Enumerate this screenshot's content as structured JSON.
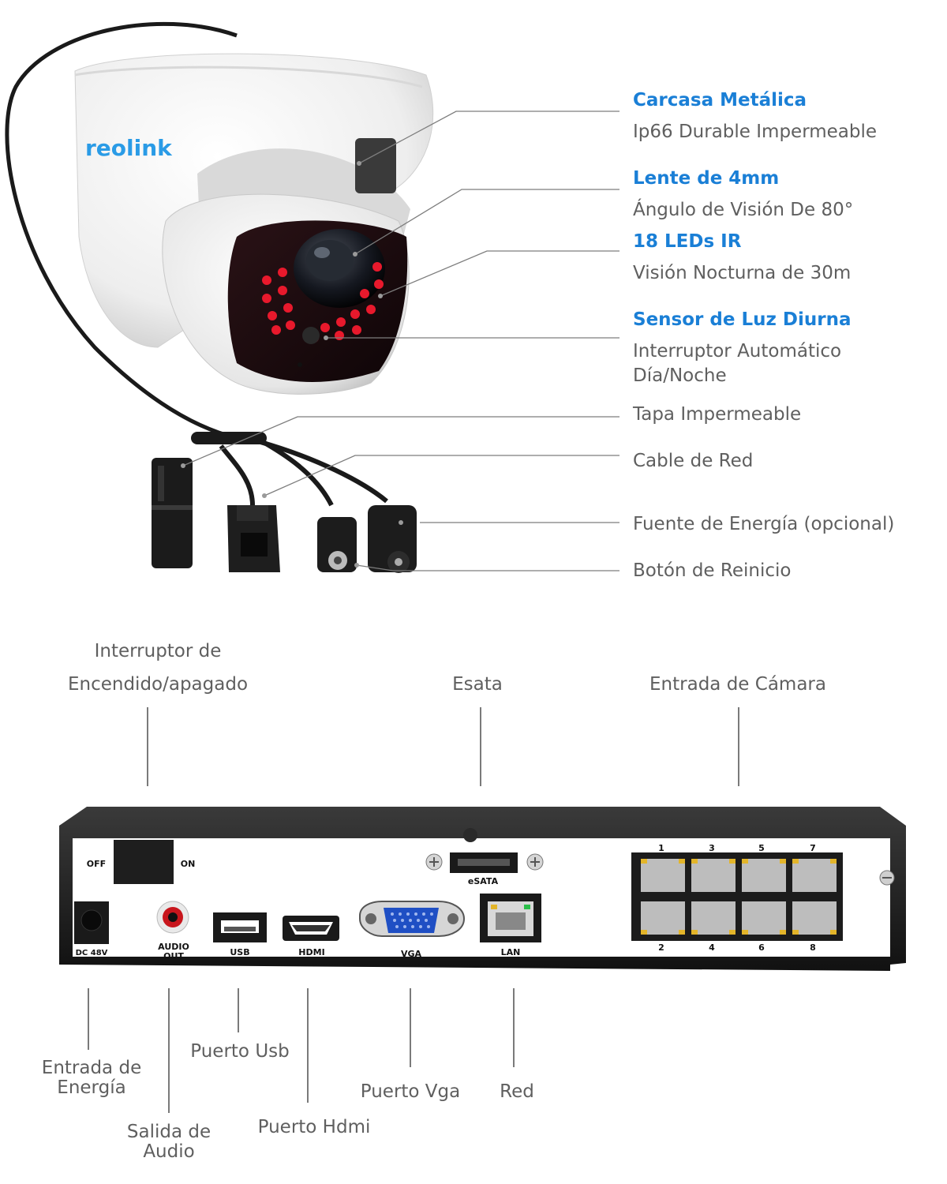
{
  "camera": {
    "brand": "reolink",
    "features": [
      {
        "title": "Carcasa Metálica",
        "desc": "Ip66 Durable Impermeable"
      },
      {
        "title": "Lente de 4mm",
        "desc": "Ángulo de Visión De 80°"
      },
      {
        "title": "18 LEDs IR",
        "desc": "Visión Nocturna de 30m"
      },
      {
        "title": "Sensor de Luz Diurna",
        "desc": "Interruptor Automático",
        "desc2": "Día/Noche"
      }
    ],
    "cable_parts": [
      "Tapa Impermeable",
      "Cable de Red",
      "Fuente de Energía (opcional)",
      "Botón de Reinicio"
    ]
  },
  "nvr": {
    "top_labels": {
      "power_switch_1": "Interruptor de",
      "power_switch_2": "Encendido/apagado",
      "esata": "Esata",
      "camera_input": "Entrada de Cámara"
    },
    "panel": {
      "off": "OFF",
      "on": "ON",
      "dc": "DC 48V",
      "audio_1": "AUDIO",
      "audio_2": "OUT",
      "usb": "USB",
      "hdmi": "HDMI",
      "vga": "VGA",
      "lan": "LAN",
      "esata": "eSATA",
      "ports_top": [
        "1",
        "3",
        "5",
        "7"
      ],
      "ports_bottom": [
        "2",
        "4",
        "6",
        "8"
      ]
    },
    "bottom_labels": {
      "power_in_1": "Entrada de",
      "power_in_2": "Energía",
      "audio_out_1": "Salida de",
      "audio_out_2": "Audio",
      "usb": "Puerto Usb",
      "hdmi": "Puerto Hdmi",
      "vga": "Puerto Vga",
      "lan": "Red"
    }
  },
  "colors": {
    "accent": "#1a7fd6",
    "text": "#5f5f5f",
    "ir_led": "#e8192c",
    "panel": "#1c1c1c"
  }
}
